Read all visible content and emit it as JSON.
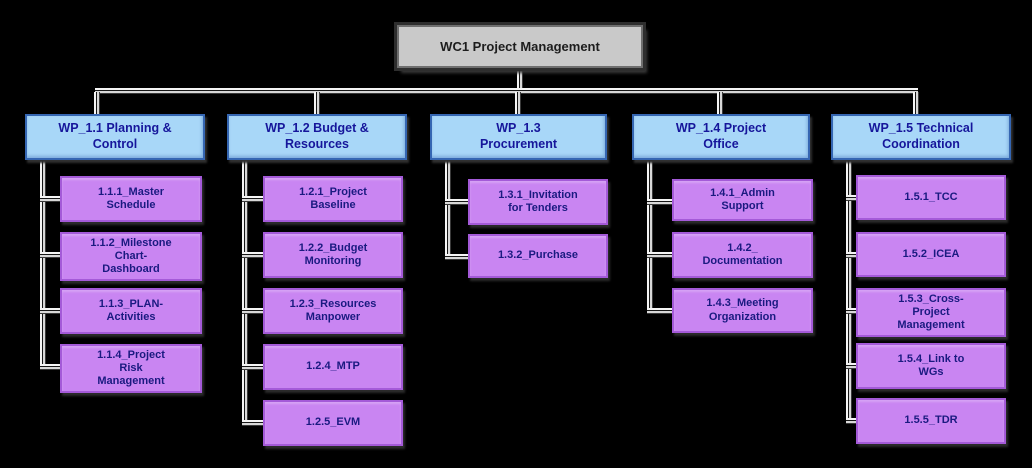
{
  "root": {
    "label": "WC1 Project Management"
  },
  "columns": [
    {
      "label": "WP_1.1 Planning &\nControl",
      "children": [
        {
          "label": "1.1.1_Master\nSchedule"
        },
        {
          "label": "1.1.2_Milestone\nChart-\nDashboard"
        },
        {
          "label": "1.1.3_PLAN-\nActivities"
        },
        {
          "label": "1.1.4_Project\nRisk\nManagement"
        }
      ]
    },
    {
      "label": "WP_1.2 Budget &\nResources",
      "children": [
        {
          "label": "1.2.1_Project\nBaseline"
        },
        {
          "label": "1.2.2_Budget\nMonitoring"
        },
        {
          "label": "1.2.3_Resources\nManpower"
        },
        {
          "label": "1.2.4_MTP"
        },
        {
          "label": "1.2.5_EVM"
        }
      ]
    },
    {
      "label": "WP_1.3\nProcurement",
      "children": [
        {
          "label": "1.3.1_Invitation\nfor Tenders"
        },
        {
          "label": "1.3.2_Purchase"
        }
      ]
    },
    {
      "label": "WP_1.4 Project\nOffice",
      "children": [
        {
          "label": "1.4.1_Admin\nSupport"
        },
        {
          "label": "1.4.2_\nDocumentation"
        },
        {
          "label": "1.4.3_Meeting\nOrganization"
        }
      ]
    },
    {
      "label": "WP_1.5 Technical\nCoordination",
      "children": [
        {
          "label": "1.5.1_TCC"
        },
        {
          "label": "1.5.2_ICEA"
        },
        {
          "label": "1.5.3_Cross-\nProject\nManagement"
        },
        {
          "label": "1.5.4_Link to\nWGs"
        },
        {
          "label": "1.5.5_TDR"
        }
      ]
    }
  ],
  "colors": {
    "background": "#000000",
    "root_fill": "#c9c9c9",
    "root_text": "#1d1d1d",
    "header_fill": "#a8d7f8",
    "header_border": "#3566b2",
    "header_text": "#16169b",
    "item_fill": "#c985f2",
    "item_border": "#a45ad8",
    "item_text": "#1a1a80",
    "connector": "#f5f5f5"
  }
}
